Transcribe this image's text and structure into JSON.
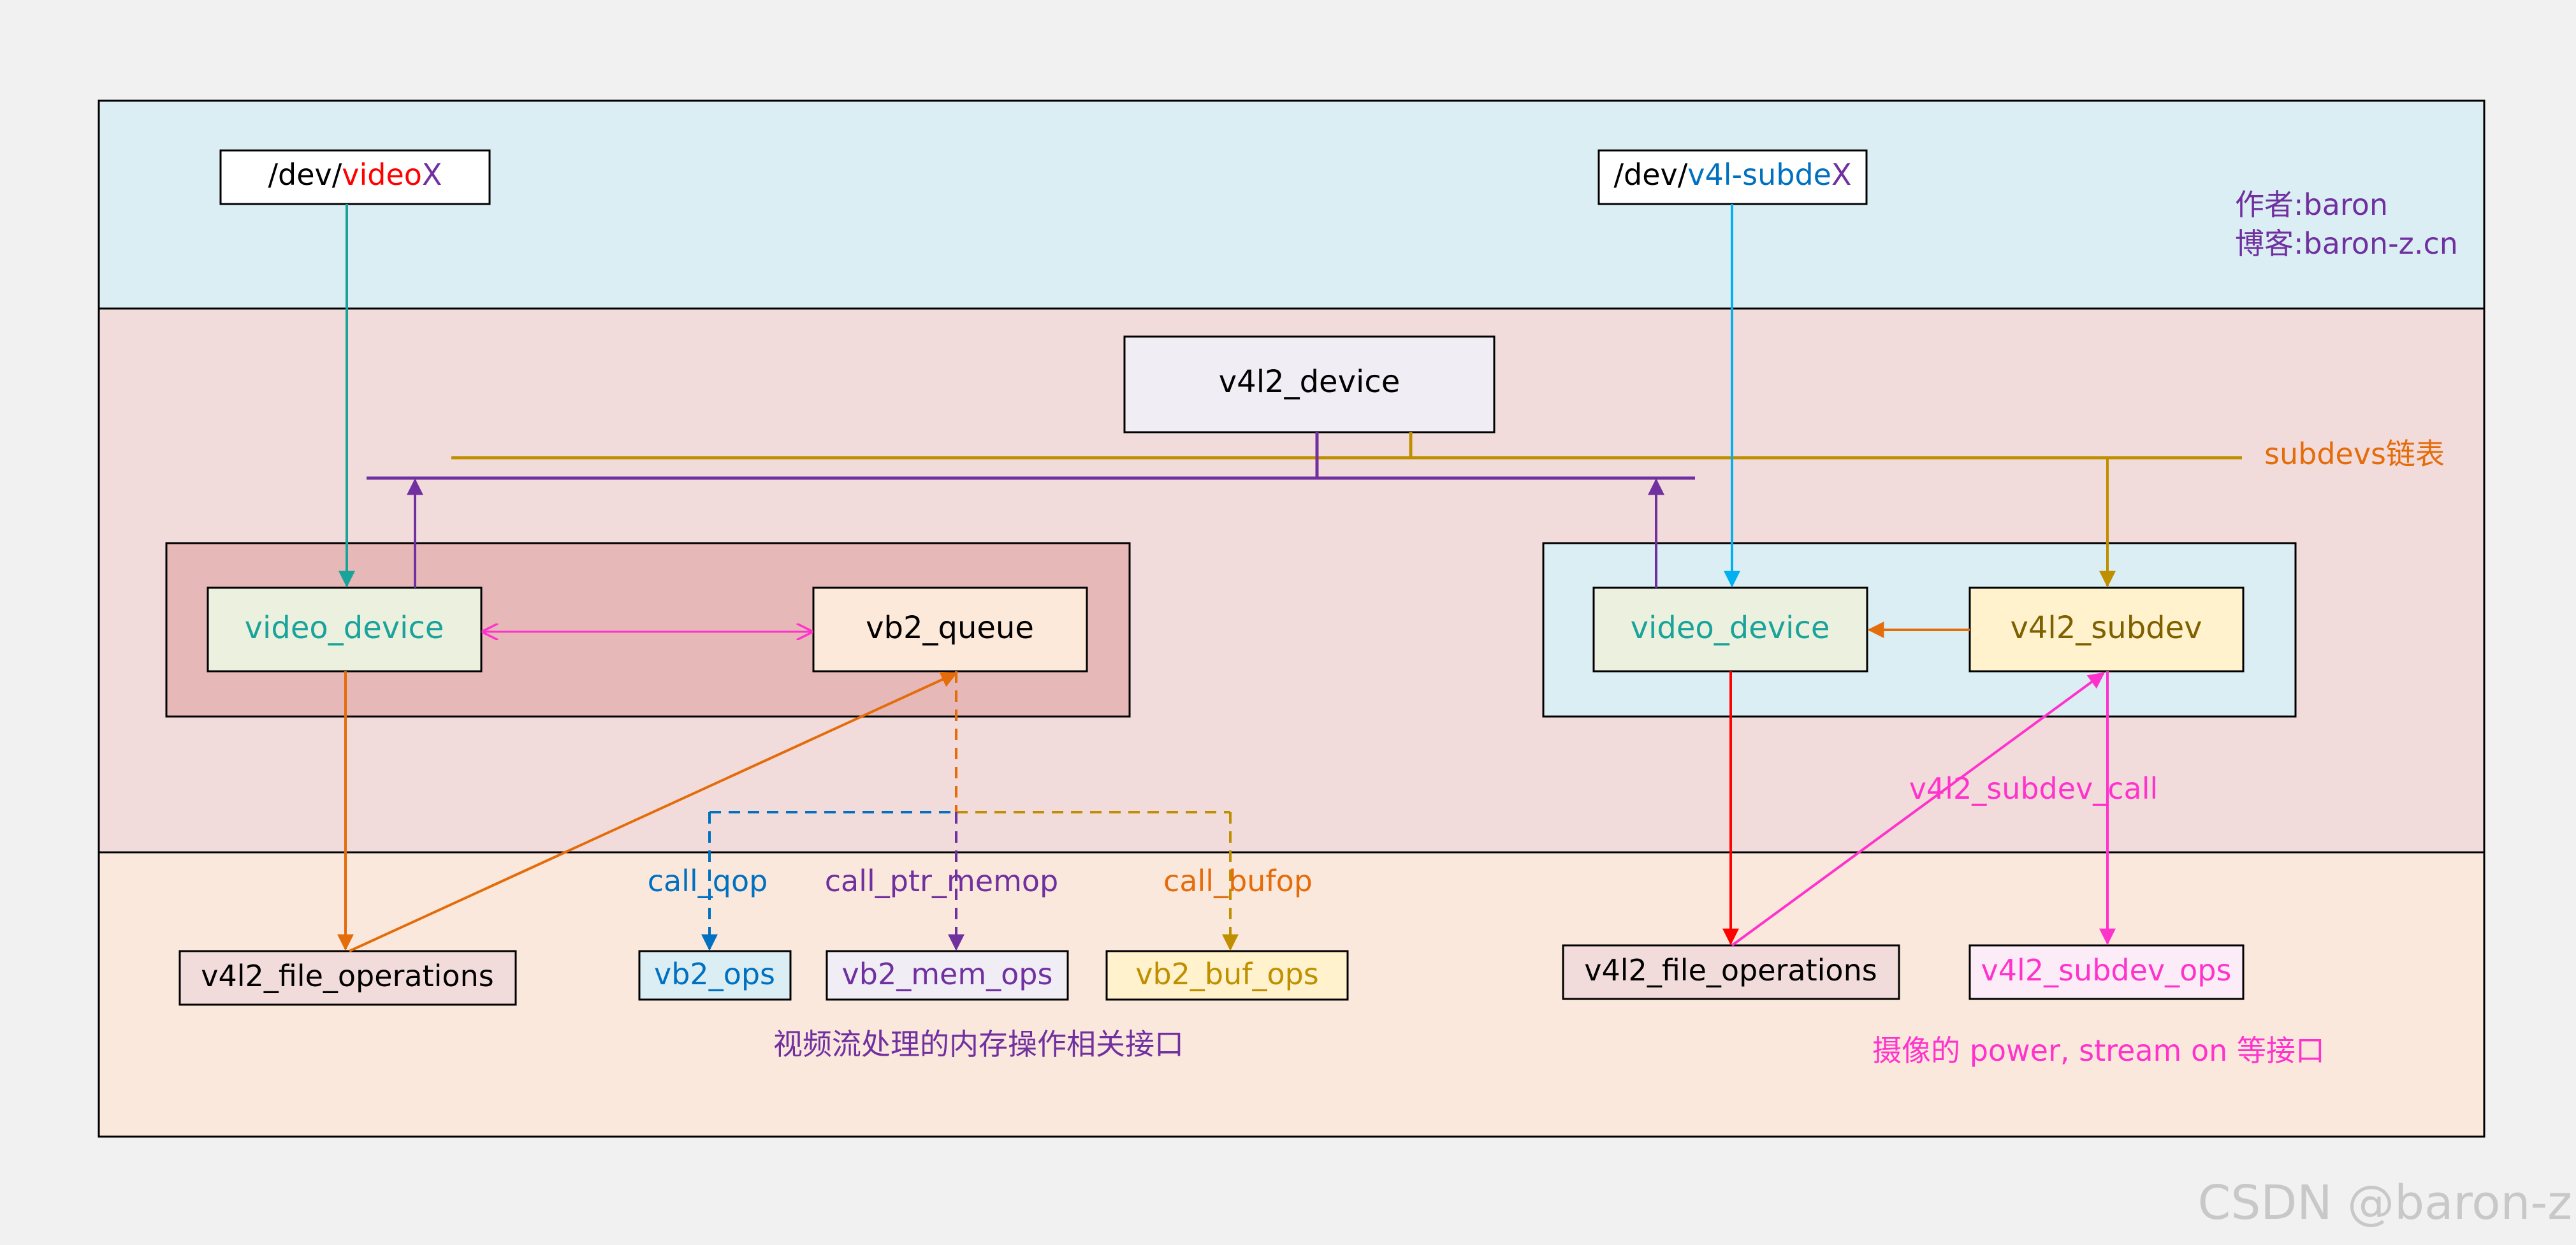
{
  "header": {
    "dev_video": {
      "prefix": "/dev/",
      "highlight": "video",
      "suffix": "X"
    },
    "dev_subdev": {
      "prefix": "/dev/",
      "highlight": "v4l-subde",
      "suffix": "X"
    },
    "author": "作者:baron",
    "blog": "博客:baron-z.cn"
  },
  "middle": {
    "v4l2_device": "v4l2_device",
    "subdevs_list": "subdevs链表",
    "left_group": {
      "video_device": "video_device",
      "vb2_queue": "vb2_queue"
    },
    "right_group": {
      "video_device": "video_device",
      "v4l2_subdev": "v4l2_subdev"
    }
  },
  "labels": {
    "call_qop": "call_qop",
    "call_ptr_memop": "call_ptr_memop",
    "call_bufop": "call_bufop",
    "v4l2_subdev_call": "v4l2_subdev_call"
  },
  "bottom": {
    "v4l2_file_operations_left": "v4l2_file_operations",
    "vb2_ops": "vb2_ops",
    "vb2_mem_ops": "vb2_mem_ops",
    "vb2_buf_ops": "vb2_buf_ops",
    "v4l2_file_operations_right": "v4l2_file_operations",
    "v4l2_subdev_ops": "v4l2_subdev_ops",
    "note_left": "视频流处理的内存操作相关接口",
    "note_right": "摄像的 power, stream on 等接口"
  },
  "watermark": "CSDN @baron-z",
  "colors": {
    "top_band": "#dbeef4",
    "middle_band": "#f2dcdb",
    "bottom_band": "#fbe8dc",
    "teal": "#1aa39a",
    "purple": "#7030a0",
    "orange": "#e46c0a",
    "gold": "#bf8f00",
    "magenta": "#ff33cc",
    "red": "#ff0000",
    "blue": "#0070c0",
    "sky": "#00b0f0"
  }
}
